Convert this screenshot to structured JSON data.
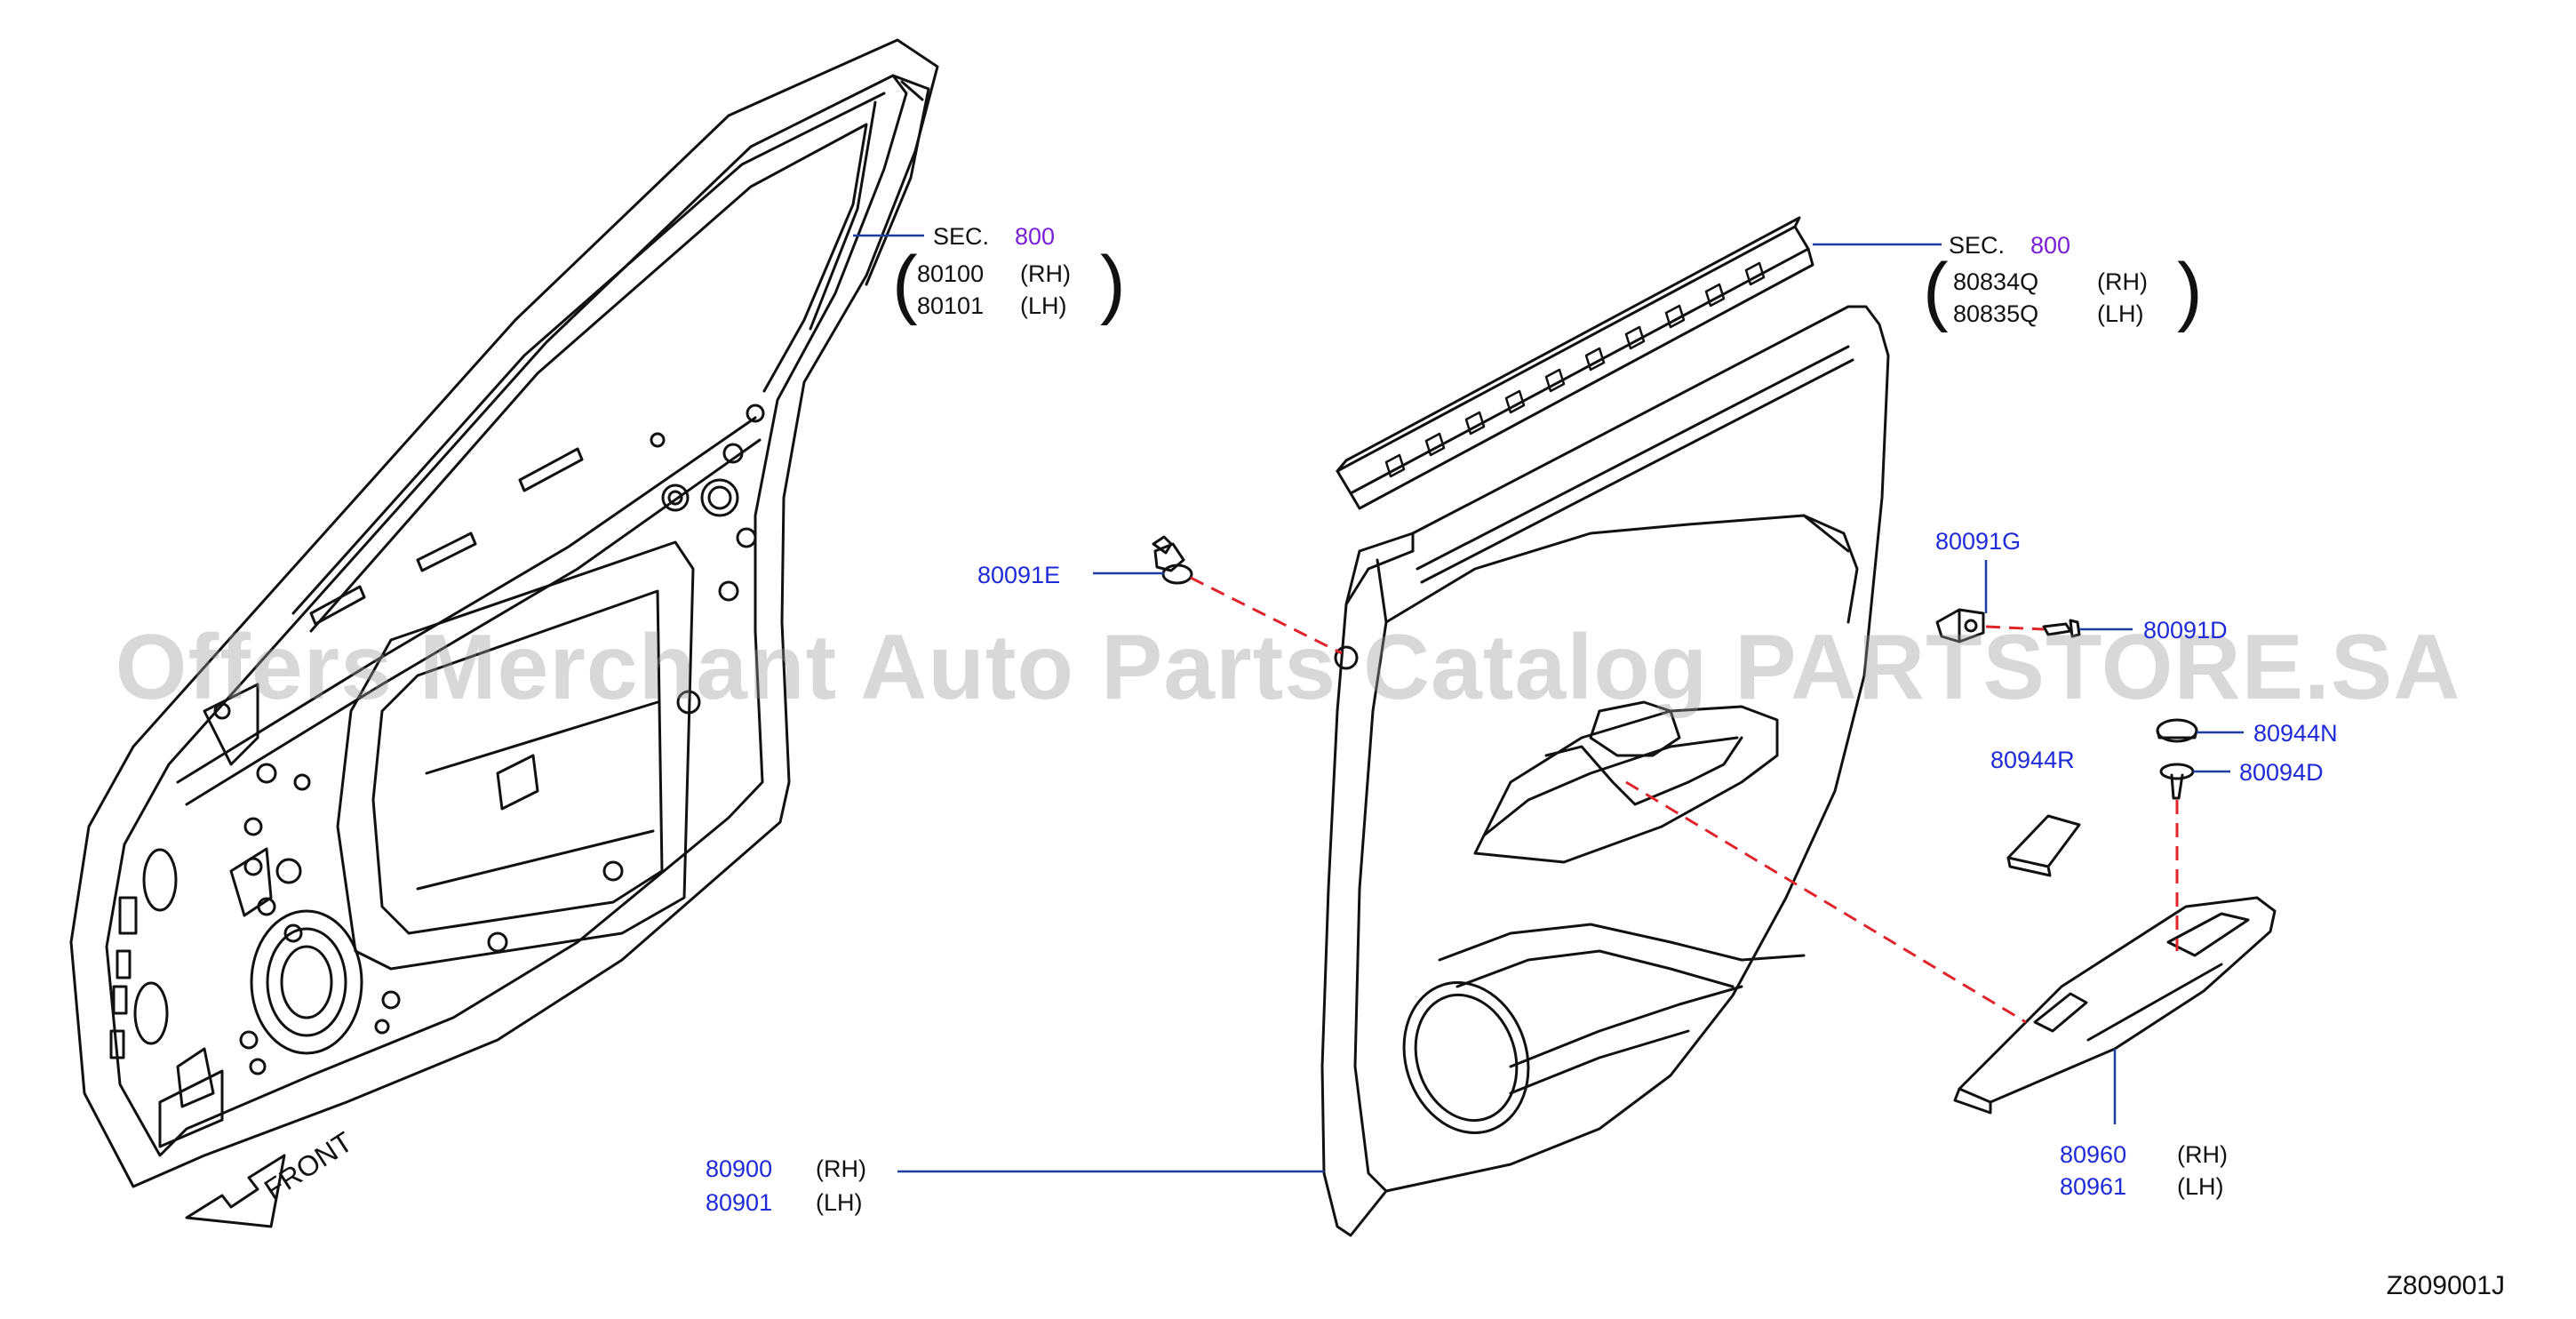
{
  "watermark": "Offers Merchant Auto Parts Catalog PARTSTORE.SA",
  "front_label": "FRONT",
  "diagram_code": "Z809001J",
  "colors": {
    "part_number": "#1f2bd6",
    "section": "#7a1fd6",
    "leader": "#1f3fa0",
    "dashed": "#e0242a",
    "outline": "#111111"
  },
  "callouts": {
    "door_panel": {
      "sec_prefix": "SEC.",
      "sec_number": "800",
      "rh_part": "80100",
      "rh_side": "(RH)",
      "lh_part": "80101",
      "lh_side": "(LH)"
    },
    "weatherstrip": {
      "sec_prefix": "SEC.",
      "sec_number": "800",
      "rh_part": "80834Q",
      "rh_side": "(RH)",
      "lh_part": "80835Q",
      "lh_side": "(LH)"
    },
    "clip_e": {
      "part": "80091E"
    },
    "clip_g": {
      "part": "80091G"
    },
    "clip_d": {
      "part": "80091D"
    },
    "cap_n": {
      "part": "80944N"
    },
    "clip_94d": {
      "part": "80094D"
    },
    "pad_r": {
      "part": "80944R"
    },
    "finisher": {
      "rh_part": "80900",
      "rh_side": "(RH)",
      "lh_part": "80901",
      "lh_side": "(LH)"
    },
    "armrest": {
      "rh_part": "80960",
      "rh_side": "(RH)",
      "lh_part": "80961",
      "lh_side": "(LH)"
    }
  }
}
